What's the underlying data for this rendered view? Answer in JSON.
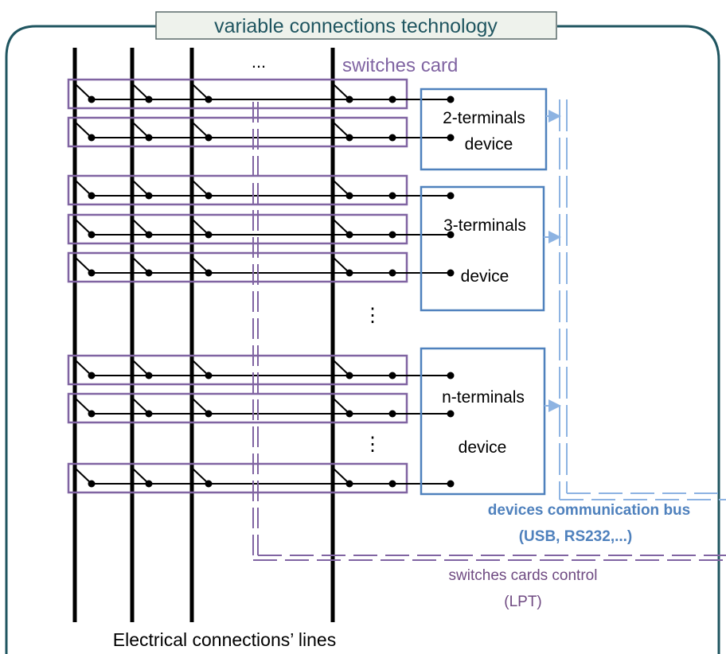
{
  "title": "variable connections technology",
  "labels": {
    "switches_card": "switches card",
    "two_terminals_line1": "2-terminals",
    "two_terminals_line2": "device",
    "three_terminals_line1": "3-terminals",
    "three_terminals_line2": "device",
    "n_terminals_line1": "n-terminals",
    "n_terminals_line2": "device",
    "bus_line1": "devices communication bus",
    "bus_line2": "(USB, RS232,...)",
    "control_line1": "switches cards control",
    "control_line2": "(LPT)",
    "lines_caption": "Electrical connections’ lines",
    "h_ellipsis": "...",
    "v_ellipsis": "⋮"
  },
  "colors": {
    "frame": "#1f5560",
    "title_fill": "#eef2ec",
    "card": "#8064a2",
    "device": "#4f81bd",
    "bus": "#8db3e2",
    "bus_text": "#4f81bd",
    "control_text": "#6f4a82",
    "wire": "#000000"
  }
}
